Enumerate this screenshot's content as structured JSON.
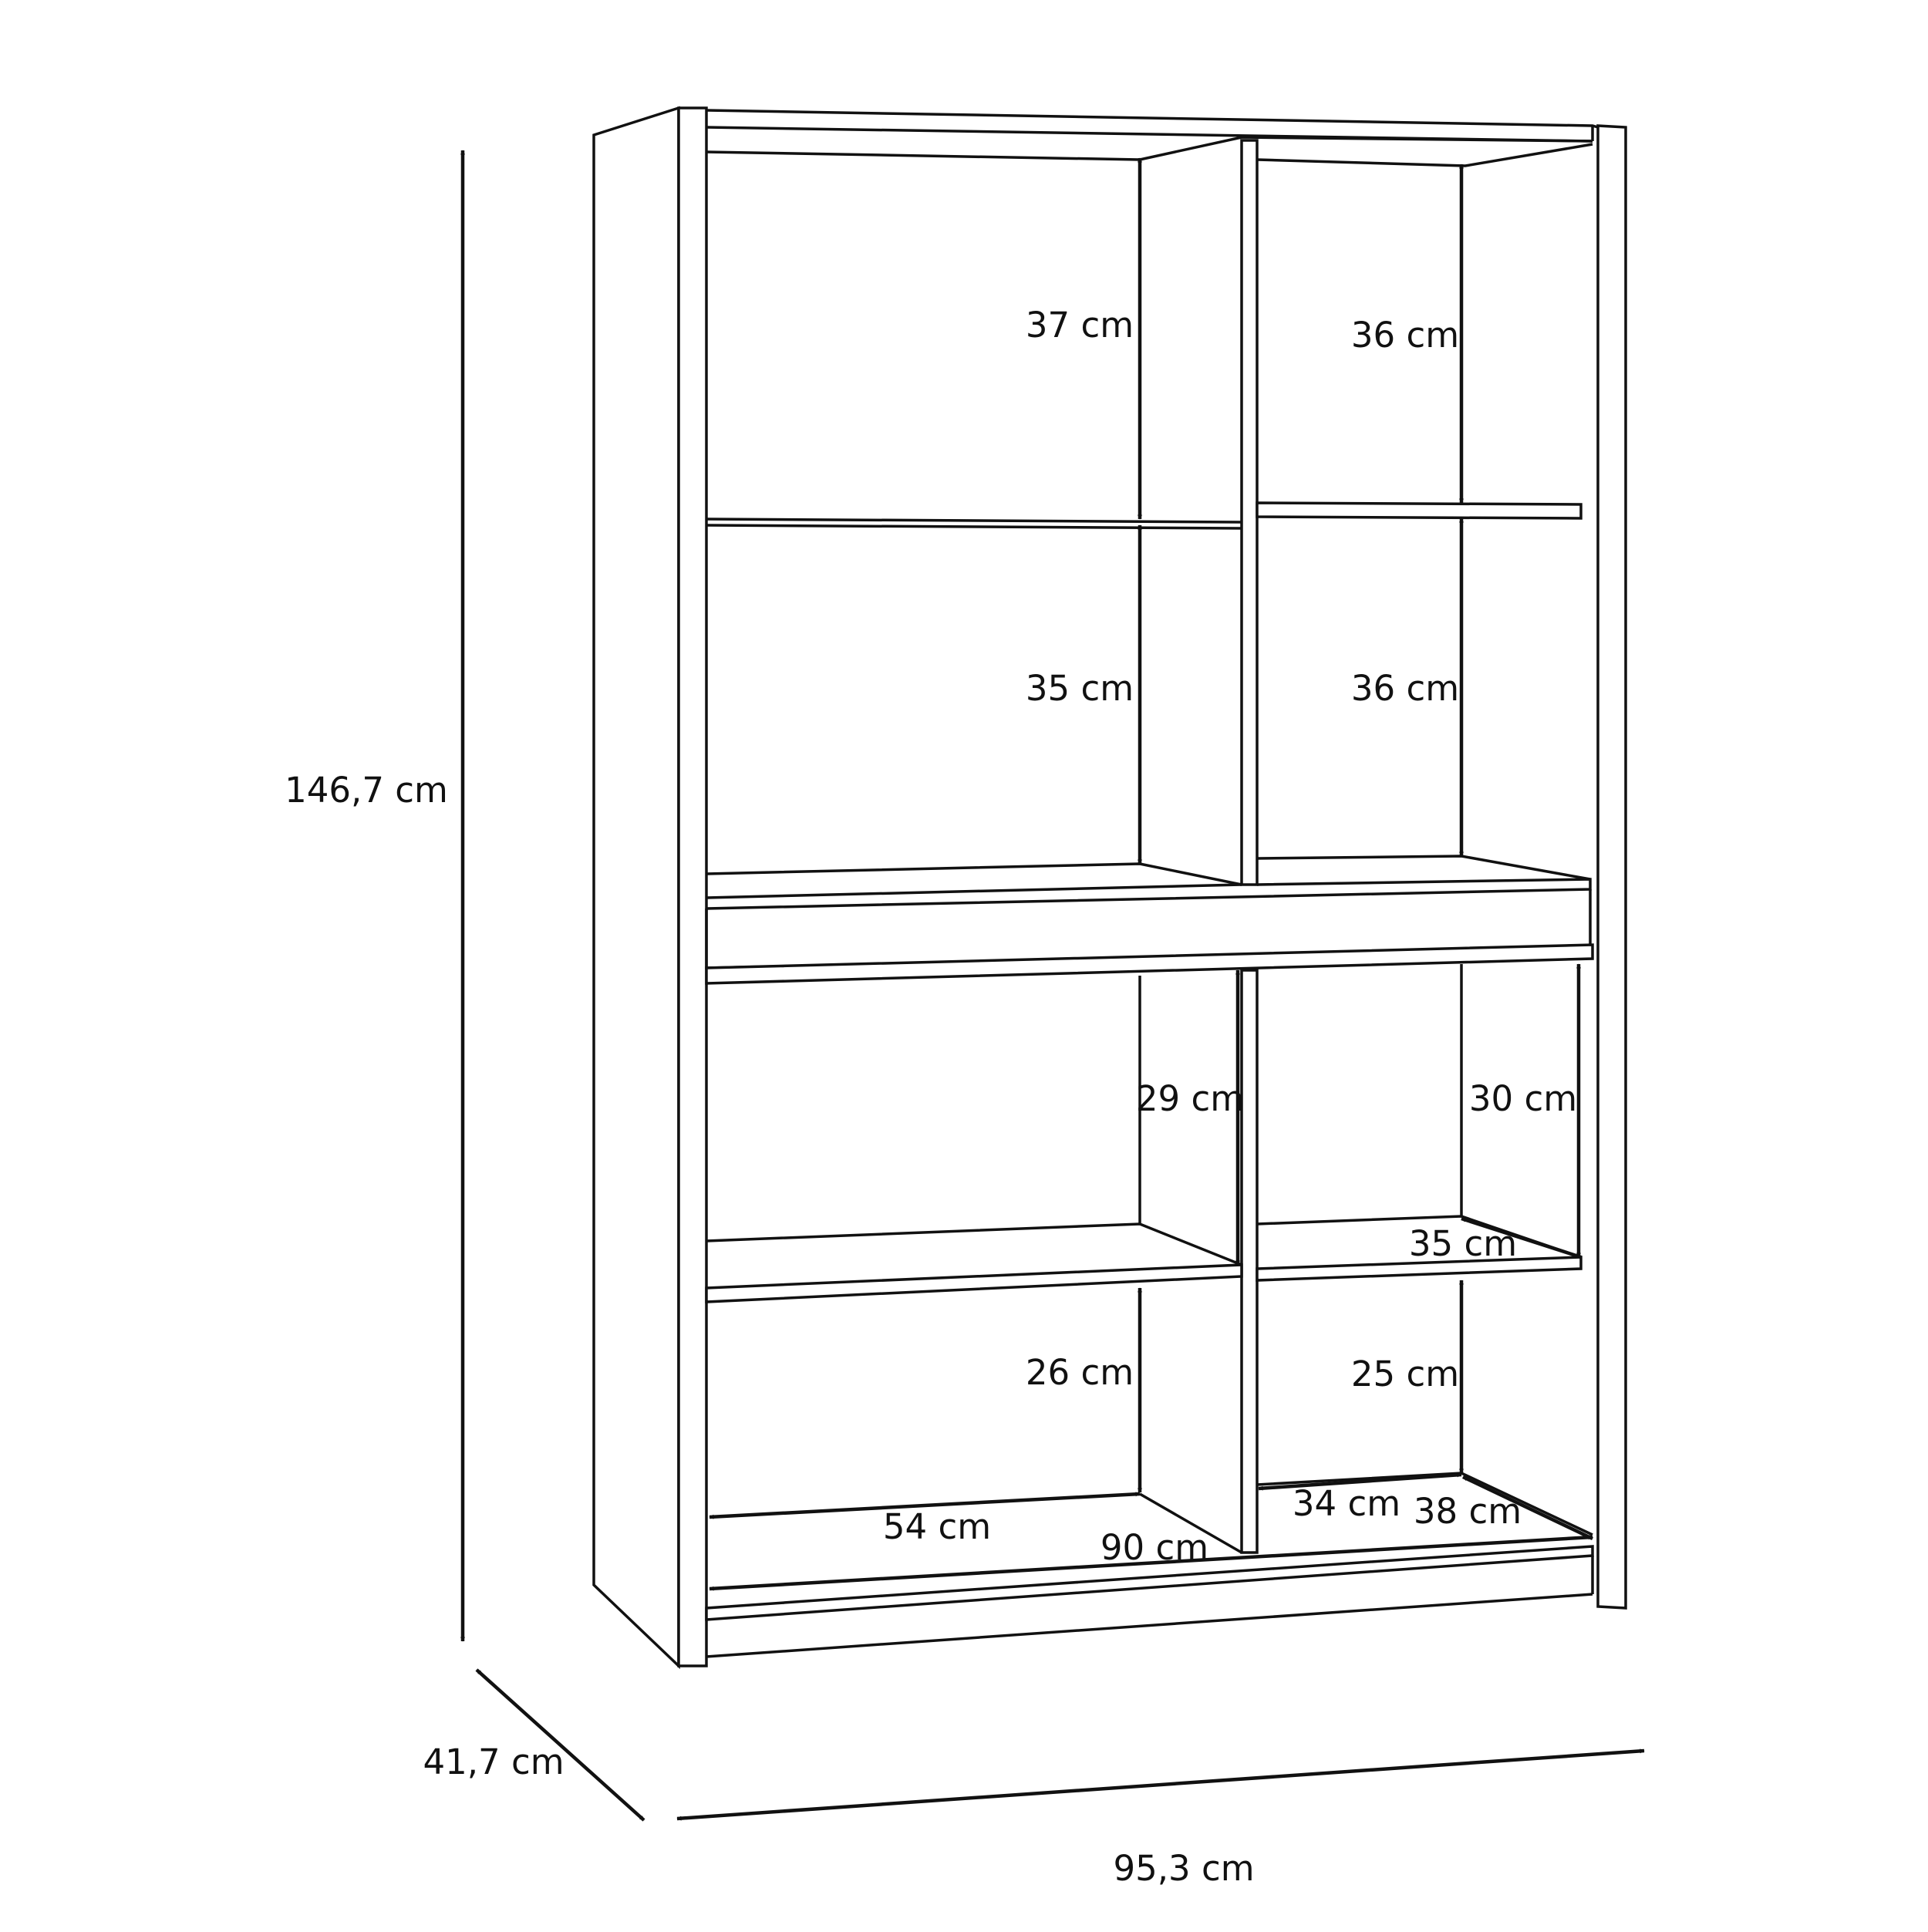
{
  "colors": {
    "line": "#111111",
    "background": "#ffffff"
  },
  "overall": {
    "height": "146,7 cm",
    "depth": "41,7 cm",
    "width": "95,3 cm"
  },
  "compartments": {
    "top_left": "37 cm",
    "top_right": "36 cm",
    "mid_left": "35 cm",
    "mid_right": "36 cm",
    "lower_left": "29 cm",
    "lower_right": "30 cm",
    "lower_right_depth": "35 cm",
    "bottom_left": "26 cm",
    "bottom_right": "25 cm"
  },
  "bottom": {
    "left_width": "54 cm",
    "inner_width": "90 cm",
    "right_width": "34 cm",
    "right_depth": "38 cm"
  }
}
